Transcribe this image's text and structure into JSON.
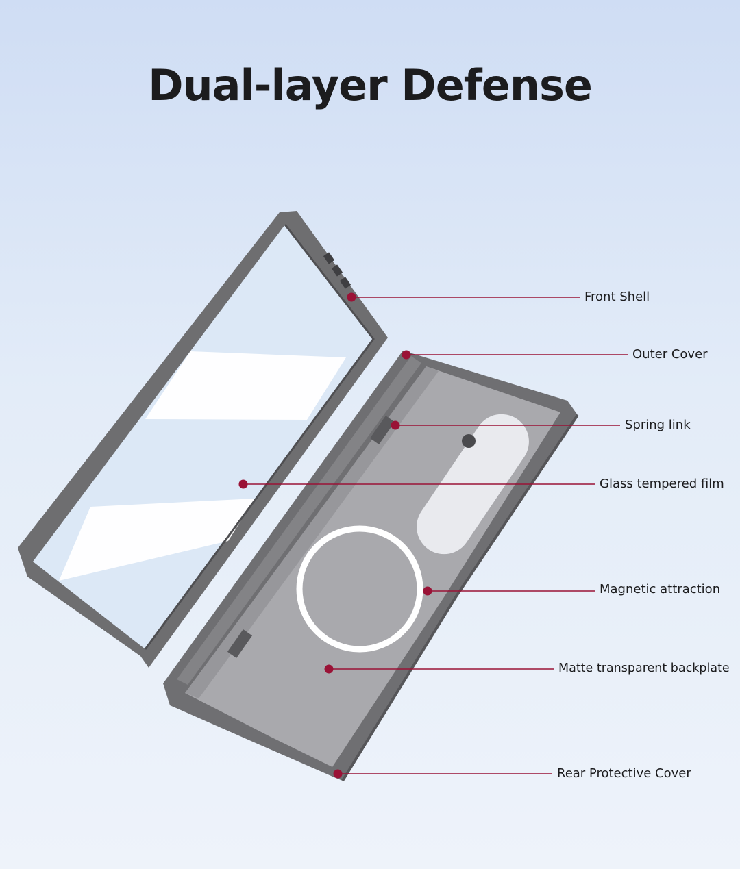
{
  "page": {
    "title": "Dual-layer Defense"
  },
  "colors": {
    "accent": "#9a1236",
    "case_frame": "#737373",
    "case_frame_dark": "#5e5e61",
    "backplate": "#a7a7ab",
    "magnet_ring": "#ffffff",
    "glass": "#dce8f6"
  },
  "callouts": [
    {
      "id": "front-shell",
      "label": "Front Shell"
    },
    {
      "id": "outer-cover",
      "label": "Outer Cover"
    },
    {
      "id": "spring-link",
      "label": "Spring link"
    },
    {
      "id": "glass-tempered-film",
      "label": "Glass tempered film"
    },
    {
      "id": "magnetic-attraction",
      "label": "Magnetic attraction"
    },
    {
      "id": "matte-transparent-backplate",
      "label": "Matte transparent backplate"
    },
    {
      "id": "rear-protective-cover",
      "label": "Rear Protective Cover"
    }
  ]
}
